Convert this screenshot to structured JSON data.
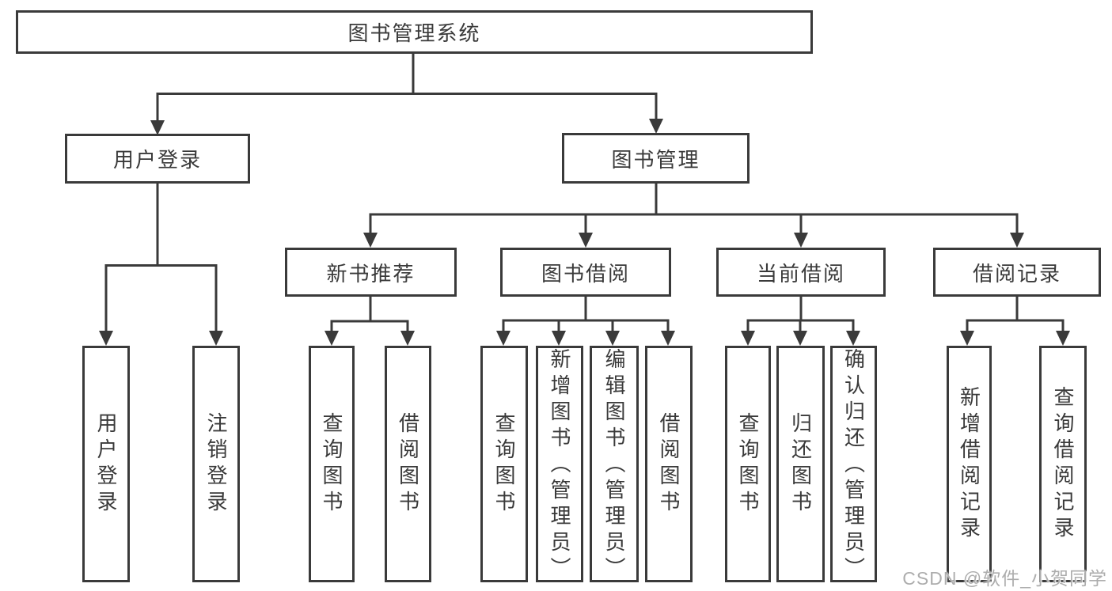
{
  "title": "图书管理系统",
  "watermark": "CSDN @软件_小贺同学",
  "colors": {
    "line": "#3a3a3a",
    "box_border": "#3a3a3a",
    "text": "#3a3a3a",
    "background": "#ffffff",
    "watermark": "#adadad"
  },
  "tree": {
    "root": {
      "label": "图书管理系统"
    },
    "branches": [
      {
        "label": "用户登录",
        "leaves": [
          "用户登录",
          "注销登录"
        ]
      },
      {
        "label": "图书管理",
        "groups": [
          {
            "label": "新书推荐",
            "leaves": [
              "查询图书",
              "借阅图书"
            ]
          },
          {
            "label": "图书借阅",
            "leaves": [
              "查询图书",
              "新增图书（管理员）",
              "编辑图书（管理员）",
              "借阅图书"
            ]
          },
          {
            "label": "当前借阅",
            "leaves": [
              "查询图书",
              "归还图书",
              "确认归还（管理员）"
            ]
          },
          {
            "label": "借阅记录",
            "leaves": [
              "新增借阅记录",
              "查询借阅记录"
            ]
          }
        ]
      }
    ]
  }
}
